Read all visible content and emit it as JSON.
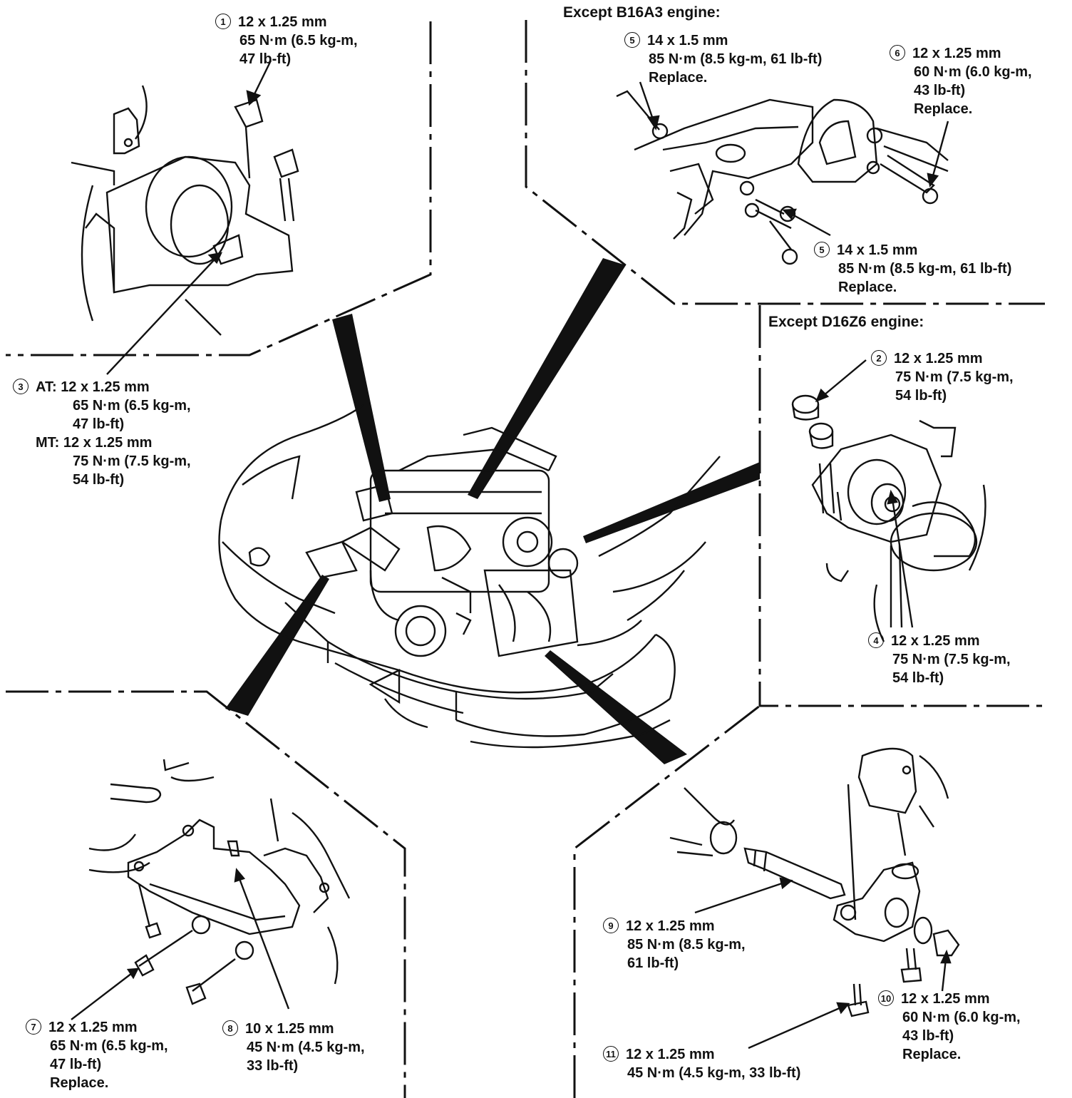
{
  "headings": {
    "b16a3": "Except B16A3 engine:",
    "d16z6": "Except D16Z6 engine:"
  },
  "callouts": {
    "c1": {
      "num": "1",
      "l1": "12 x 1.25 mm",
      "l2": "65 N·m (6.5 kg-m,",
      "l3": "47 lb-ft)"
    },
    "c2": {
      "num": "2",
      "l1": "12 x 1.25 mm",
      "l2": "75 N·m (7.5 kg-m,",
      "l3": "54 lb-ft)"
    },
    "c3": {
      "num": "3",
      "at": "AT:",
      "l1": "12 x 1.25 mm",
      "l2": "65 N·m (6.5 kg-m,",
      "l3": "47 lb-ft)",
      "mt": "MT:",
      "l4": "12 x 1.25 mm",
      "l5": "75 N·m (7.5 kg-m,",
      "l6": "54 lb-ft)"
    },
    "c4": {
      "num": "4",
      "l1": "12 x 1.25 mm",
      "l2": "75 N·m (7.5 kg-m,",
      "l3": "54 lb-ft)"
    },
    "c5a": {
      "num": "5",
      "l1": "14 x 1.5 mm",
      "l2": "85 N·m (8.5 kg-m, 61 lb-ft)",
      "l3": "Replace."
    },
    "c5b": {
      "num": "5",
      "l1": "14 x 1.5 mm",
      "l2": "85 N·m (8.5 kg-m, 61 lb-ft)",
      "l3": "Replace."
    },
    "c6": {
      "num": "6",
      "l1": "12 x 1.25 mm",
      "l2": "60 N·m (6.0 kg-m,",
      "l3": "43 lb-ft)",
      "l4": "Replace."
    },
    "c7": {
      "num": "7",
      "l1": "12 x 1.25 mm",
      "l2": "65 N·m (6.5 kg-m,",
      "l3": "47 lb-ft)",
      "l4": "Replace."
    },
    "c8": {
      "num": "8",
      "l1": "10 x 1.25 mm",
      "l2": "45 N·m (4.5 kg-m,",
      "l3": "33 lb-ft)"
    },
    "c9": {
      "num": "9",
      "l1": "12 x 1.25 mm",
      "l2": "85 N·m (8.5 kg-m,",
      "l3": "61 lb-ft)"
    },
    "c10": {
      "num": "10",
      "l1": "12 x 1.25 mm",
      "l2": "60 N·m (6.0 kg-m,",
      "l3": "43 lb-ft)",
      "l4": "Replace."
    },
    "c11": {
      "num": "11",
      "l1": "12 x 1.25 mm",
      "l2": "45 N·m (4.5 kg-m, 33 lb-ft)"
    }
  }
}
